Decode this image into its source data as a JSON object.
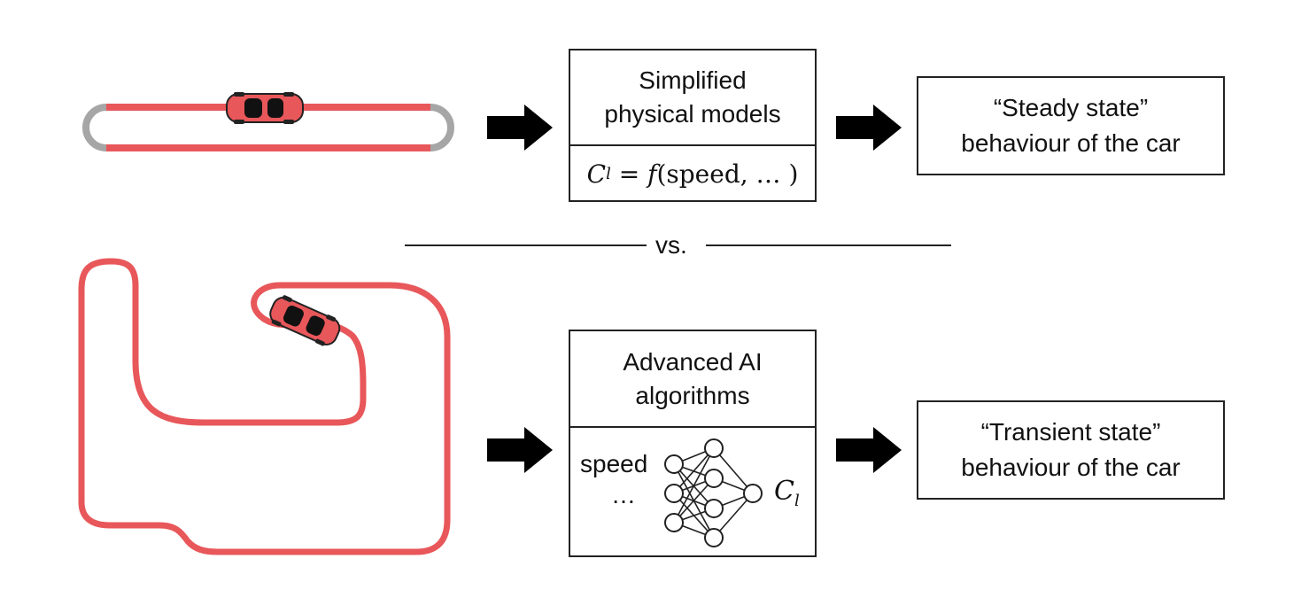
{
  "top_row": {
    "model_box": {
      "title_line1": "Simplified",
      "title_line2": "physical models",
      "formula_lhs": "C",
      "formula_sub": "l",
      "formula_eq": " = ",
      "formula_f": "f",
      "formula_args": "(speed, … )"
    },
    "result": {
      "line1": "“Steady state”",
      "line2": "behaviour of the car"
    }
  },
  "separator": {
    "label": "vs."
  },
  "bottom_row": {
    "model_box": {
      "title_line1": "Advanced AI",
      "title_line2": "algorithms",
      "input_label": "speed",
      "input_ellipsis": "…",
      "output_label": "C",
      "output_sub": "l"
    },
    "result": {
      "line1": "“Transient state”",
      "line2": "behaviour of the car"
    }
  },
  "colors": {
    "track_red": "#e8575a",
    "track_gray": "#a6a6a6",
    "car_body": "#e8575a",
    "ink": "#111111"
  },
  "icons": [
    "oval-track-icon",
    "race-car-icon",
    "complex-track-icon",
    "right-arrow-icon",
    "neural-network-icon"
  ]
}
